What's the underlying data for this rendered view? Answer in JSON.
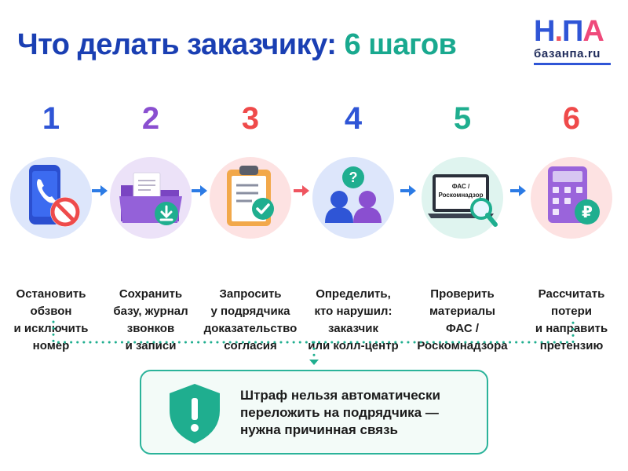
{
  "header": {
    "title_main": "Что делать заказчику:",
    "title_accent": "6 шагов"
  },
  "logo": {
    "mark_n1": "Н",
    "mark_dot": ".",
    "mark_n2": "П",
    "mark_a": "А",
    "domain": "базанпа.ru"
  },
  "colors": {
    "title_blue": "#1a3fb3",
    "accent_teal": "#19a98f",
    "step_blue": "#2f55d6",
    "step_purple": "#8a4fd0",
    "step_red": "#ef4a4a",
    "arrow_blue": "#2c7be5",
    "arrow_red": "#ef5560"
  },
  "steps": [
    {
      "number": "1",
      "icon": "phone-blocked-icon",
      "lines": [
        "Остановить",
        "обзвон",
        "и исключить",
        "номер"
      ]
    },
    {
      "number": "2",
      "icon": "folder-download-icon",
      "lines": [
        "Сохранить",
        "базу, журнал",
        "звонков",
        "и записи"
      ]
    },
    {
      "number": "3",
      "icon": "clipboard-check-icon",
      "lines": [
        "Запросить",
        "у подрядчика",
        "доказательство",
        "согласия"
      ]
    },
    {
      "number": "4",
      "icon": "people-question-icon",
      "lines": [
        "Определить,",
        "кто нарушил:",
        "заказчик",
        "или колл-центр"
      ]
    },
    {
      "number": "5",
      "icon": "laptop-search-icon",
      "screen_line1": "ФАС /",
      "screen_line2": "Роскомнадзор",
      "lines": [
        "Проверить",
        "материалы",
        "ФАС /",
        "Роскомнадзора"
      ]
    },
    {
      "number": "6",
      "icon": "calculator-ruble-icon",
      "badge": "₽",
      "lines": [
        "Рассчитать",
        "потери",
        "и направить",
        "претензию"
      ]
    }
  ],
  "callout": {
    "icon": "shield-warning-icon",
    "lines": [
      "Штраф нельзя автоматически",
      "переложить на подрядчика —",
      "нужна причинная связь"
    ]
  }
}
